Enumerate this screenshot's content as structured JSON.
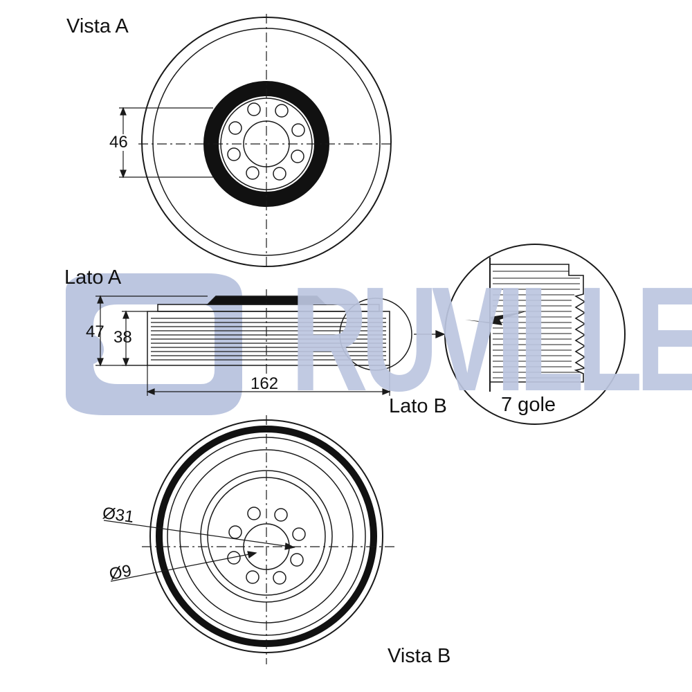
{
  "labels": {
    "vista_a": "Vista A",
    "lato_a": "Lato A",
    "lato_b": "Lato B",
    "vista_b": "Vista B",
    "grooves": "7 gole"
  },
  "dimensions": {
    "d46": "46",
    "d47": "47",
    "d38": "38",
    "d162": "162",
    "d31": "Ø31",
    "d9": "Ø9"
  },
  "watermark": {
    "text": "RUVILLE",
    "color": "#b9c3de"
  },
  "colors": {
    "line": "#1a1a1a",
    "watermark": "#b9c3de"
  }
}
